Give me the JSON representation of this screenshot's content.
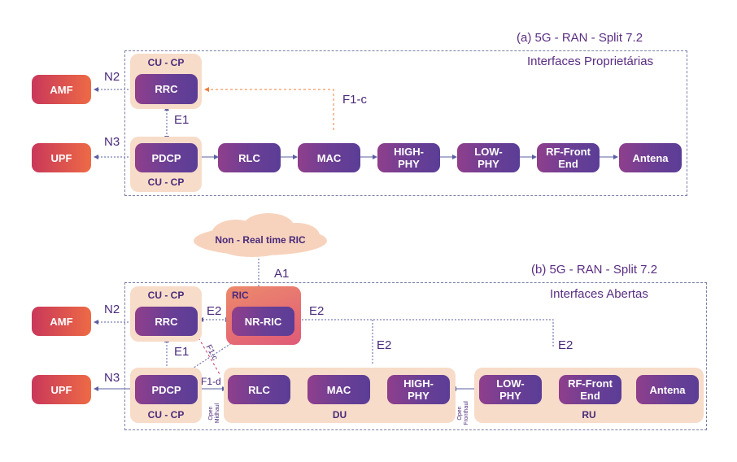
{
  "top": {
    "title": "(a) 5G - RAN - Split 7.2",
    "subtitle": "Interfaces Proprietárias",
    "cu_cp_top_label": "CU - CP",
    "cu_cp_bottom_label": "CU - CP",
    "core": [
      "AMF",
      "UPF"
    ],
    "nodes": [
      "RRC",
      "PDCP",
      "RLC",
      "MAC",
      "HIGH-\nPHY",
      "LOW-\nPHY",
      "RF-Front\nEnd",
      "Antena"
    ],
    "interfaces": {
      "n2": "N2",
      "n3": "N3",
      "e1": "E1",
      "f1c": "F1-c"
    }
  },
  "cloud": {
    "label": "Non - Real time RIC"
  },
  "bottom": {
    "title": "(b) 5G - RAN - Split 7.2",
    "subtitle": "Interfaces Abertas",
    "a1": "A1",
    "cu_cp_top_label": "CU - CP",
    "cu_cp_bottom_label": "CU - CP",
    "ric_label": "RIC",
    "du_label": "DU",
    "ru_label": "RU",
    "core": [
      "AMF",
      "UPF"
    ],
    "nodes": {
      "rrc": "RRC",
      "nr_ric": "NR-RIC",
      "pdcp": "PDCP",
      "rlc": "RLC",
      "mac": "MAC",
      "high_phy": "HIGH-\nPHY",
      "low_phy": "LOW-\nPHY",
      "rf_front": "RF-Front\nEnd",
      "antena": "Antena"
    },
    "interfaces": {
      "n2": "N2",
      "n3": "N3",
      "e1": "E1",
      "e2_left": "E2",
      "e2_right": "E2",
      "e2_du": "E2",
      "e2_ru": "E2",
      "f1c": "F1-c",
      "f1d": "F1-d",
      "open_midhaul": "Open\nMidhaul",
      "open_fronthaul": "Open\nFronthaul"
    }
  }
}
